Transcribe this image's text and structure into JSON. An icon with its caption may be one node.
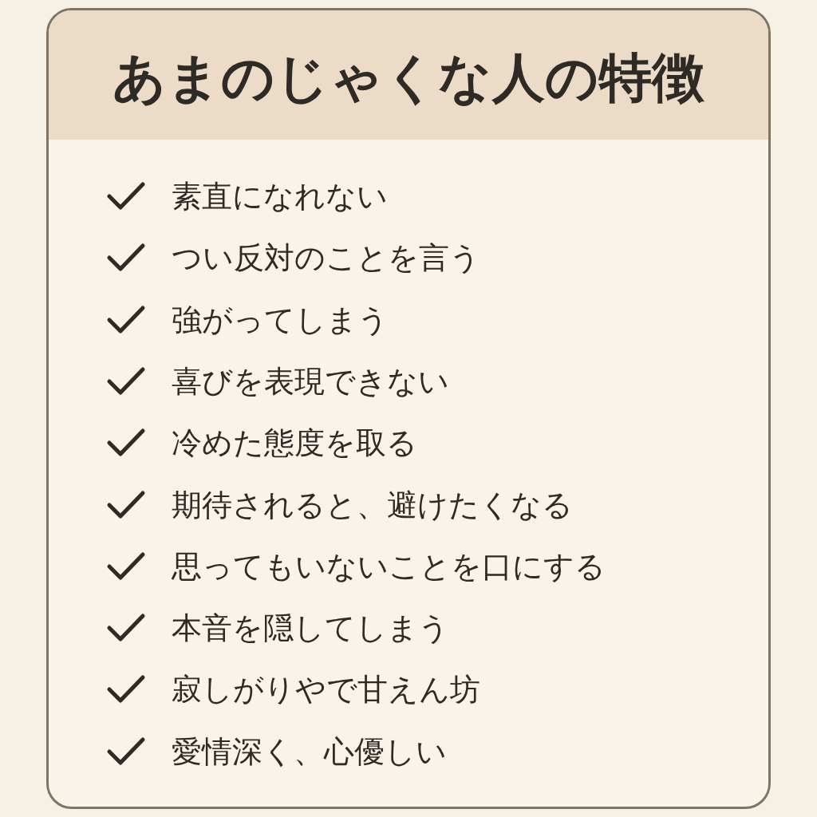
{
  "diagram": {
    "title": "あまのじゃくな人の特徴",
    "labels": [
      "素直になれない",
      "つい反対のことを言う",
      "強がってしまう",
      "喜びを表現できない",
      "冷めた態度を取る",
      "期待されると、避けたくなる",
      "思ってもいないことを口にする",
      "本音を隠してしまう",
      "寂しがりやで甘えん坊",
      "愛情深く、心優しい"
    ]
  }
}
